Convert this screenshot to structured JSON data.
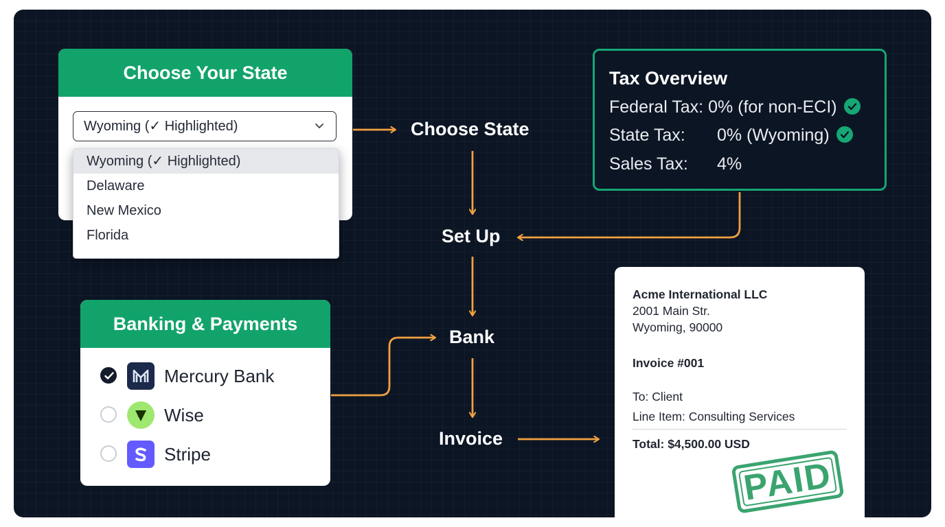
{
  "state_picker": {
    "title": "Choose Your State",
    "selected": "Wyoming (✓ Highlighted)",
    "options": [
      "Wyoming (✓ Highlighted)",
      "Delaware",
      "New Mexico",
      "Florida"
    ]
  },
  "flow": {
    "choose_state": "Choose State",
    "set_up": "Set Up",
    "bank": "Bank",
    "invoice": "Invoice"
  },
  "tax_overview": {
    "title": "Tax Overview",
    "rows": [
      {
        "label": "Federal Tax:",
        "value": "0% (for non-ECI)",
        "checked": true
      },
      {
        "label": "State Tax:",
        "value": "0% (Wyoming)",
        "checked": true
      },
      {
        "label": "Sales Tax:",
        "value": "4%",
        "checked": false
      }
    ]
  },
  "banking": {
    "title": "Banking & Payments",
    "options": [
      {
        "name": "Mercury Bank",
        "selected": true,
        "logo": "mercury-logo-icon"
      },
      {
        "name": "Wise",
        "selected": false,
        "logo": "wise-logo-icon"
      },
      {
        "name": "Stripe",
        "selected": false,
        "logo": "stripe-logo-icon"
      }
    ]
  },
  "invoice": {
    "company": "Acme International LLC",
    "address_line1": "2001 Main Str.",
    "address_line2": "Wyoming, 90000",
    "number": "Invoice #001",
    "to": "To: Client",
    "line_item": "Line Item: Consulting Services",
    "total": "Total: $4,500.00 USD",
    "stamp": "PAID"
  },
  "colors": {
    "background": "#0c1524",
    "accent_green": "#12a36b",
    "arrow_orange": "#f0a040"
  }
}
